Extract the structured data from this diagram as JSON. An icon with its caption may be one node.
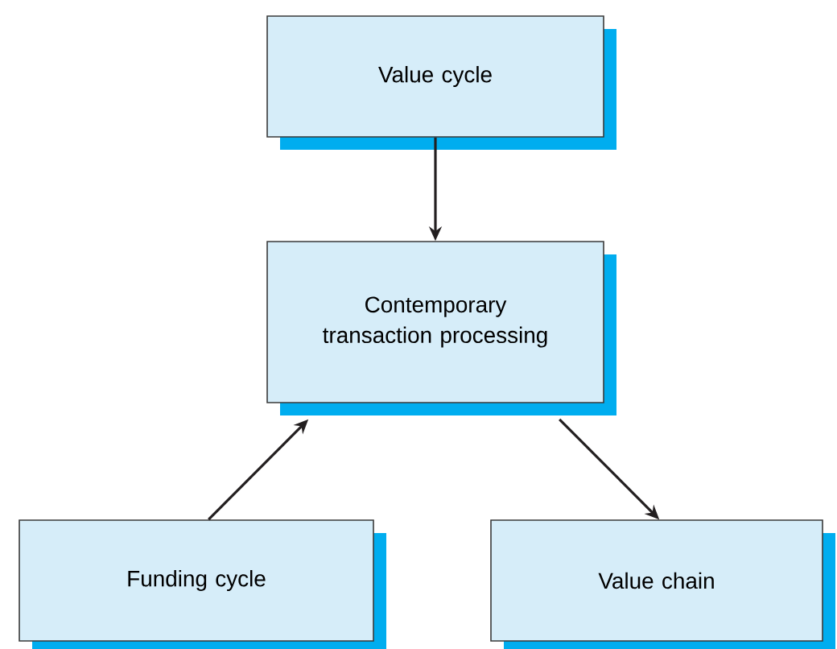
{
  "diagram": {
    "nodes": [
      {
        "text": [
          "Value cycle"
        ]
      },
      {
        "text": [
          "Contemporary transaction processing"
        ]
      },
      {
        "text": [
          "Funding cycle"
        ]
      },
      {
        "text": [
          "Value chain"
        ]
      }
    ],
    "edges": [
      {
        "from": 0,
        "to": 1,
        "arrow": "to"
      },
      {
        "from": 2,
        "to": 1,
        "arrow": "to"
      },
      {
        "from": 1,
        "to": 3,
        "arrow": "to"
      }
    ]
  }
}
